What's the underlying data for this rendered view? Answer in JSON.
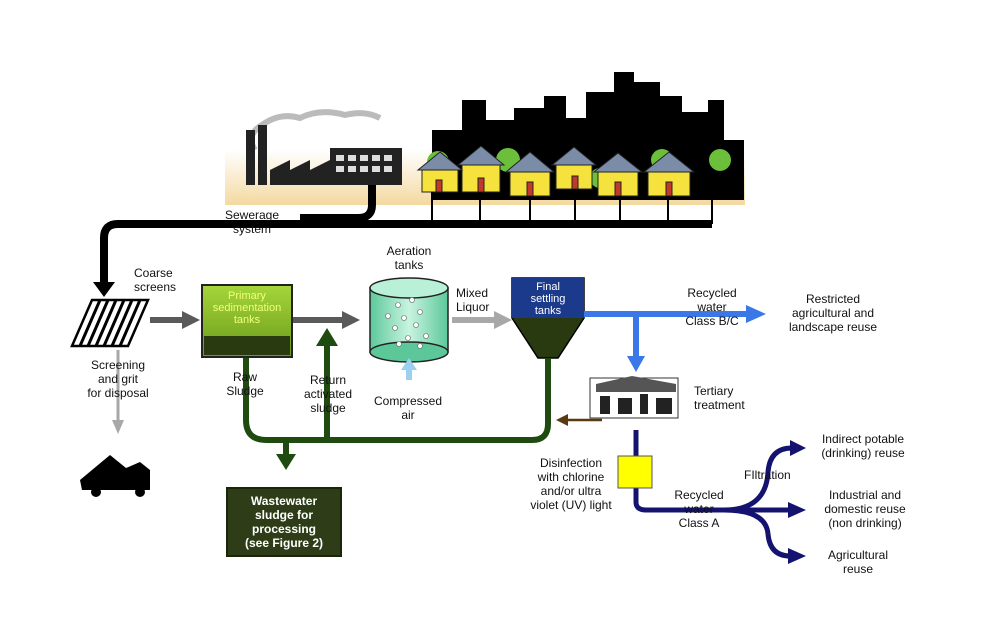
{
  "labels": {
    "sewerage_system": [
      "Sewerage",
      "system"
    ],
    "coarse_screens": [
      "Coarse",
      "screens"
    ],
    "screening_grit": [
      "Screening",
      "and grit",
      "for disposal"
    ],
    "primary_tanks": [
      "Primary",
      "sedimentation",
      "tanks"
    ],
    "raw_sludge": [
      "Raw",
      "Sludge"
    ],
    "return_sludge": [
      "Return",
      "activated",
      "sludge"
    ],
    "aeration_tanks": [
      "Aeration",
      "tanks"
    ],
    "compressed_air": [
      "Compressed",
      "air"
    ],
    "mixed_liquor": [
      "Mixed",
      "Liquor"
    ],
    "final_settling": [
      "Final",
      "settling",
      "tanks"
    ],
    "recycled_bc": [
      "Recycled",
      "water",
      "Class B/C"
    ],
    "restricted_reuse": [
      "Restricted",
      "agricultural and",
      "landscape reuse"
    ],
    "tertiary": [
      "Tertiary",
      "treatment"
    ],
    "disinfection": [
      "Disinfection",
      "with chlorine",
      "and/or ultra",
      "violet (UV) light"
    ],
    "recycled_a": [
      "Recycled",
      "water",
      "Class A"
    ],
    "filtration": "FIltration",
    "indirect_potable": [
      "Indirect potable",
      "(drinking) reuse"
    ],
    "industrial_domestic": [
      "Industrial and",
      "domestic reuse",
      "(non drinking)"
    ],
    "agricultural_reuse": [
      "Agricultural",
      "reuse"
    ],
    "wastewater_sludge": [
      "Wastewater",
      "sludge for",
      "processing",
      "(see Figure 2)"
    ]
  },
  "colors": {
    "sewer_black": "#000000",
    "flow_grey": "#5a5a5a",
    "light_grey": "#a8a8a8",
    "sludge_green": "#1f4a10",
    "primary_tank_green": "#9acd32",
    "aeration_teal": "#8fe0c0",
    "settling_blue": "#1c3a8c",
    "class_bc_blue": "#3a78e8",
    "class_a_navy": "#141470",
    "air_blue": "#9ccff0",
    "house_yellow": "#f5e23c",
    "disinfection_yellow": "#ffff00",
    "sludge_box": "#2e3d18"
  }
}
